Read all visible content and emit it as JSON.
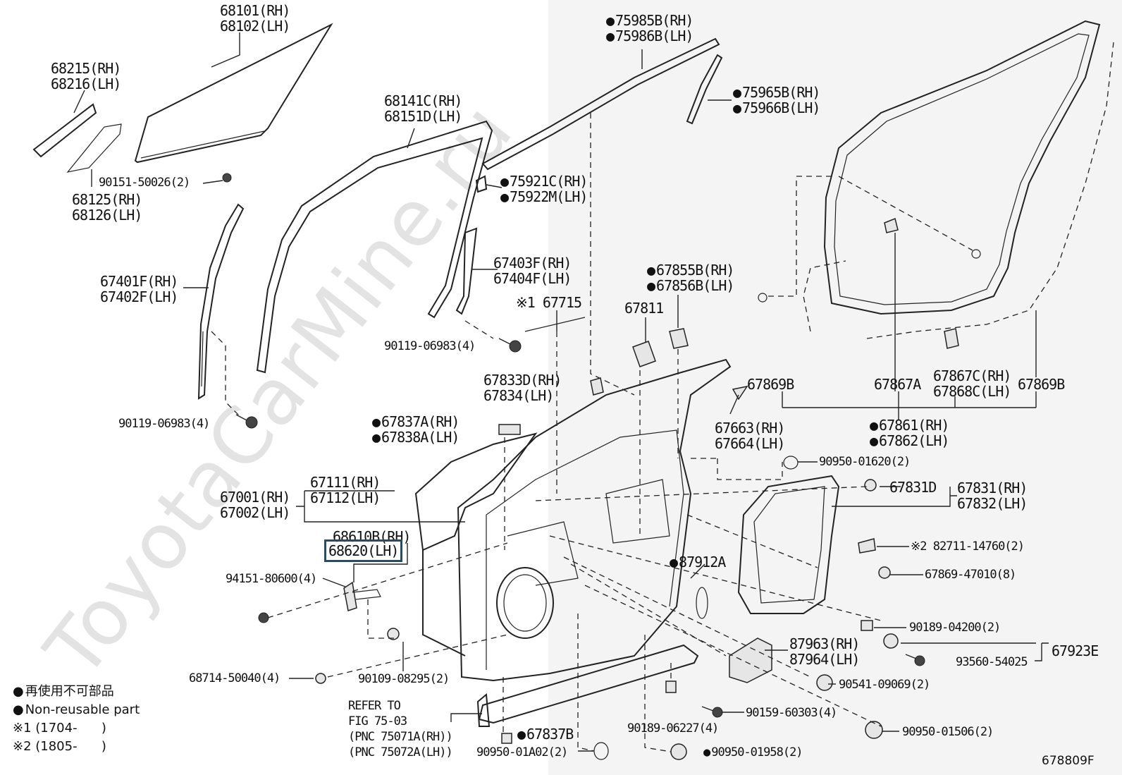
{
  "diagram_code": "678809F",
  "watermark": "ToyotaCarMine.ru",
  "legend": {
    "bullet_jp": "再使用不可部品",
    "bullet_en": "Non-reusable part",
    "note1": "※1 (1704-      )",
    "note2": "※2 (1805-      )"
  },
  "labels": {
    "p68101": [
      "68101(RH)",
      "68102(LH)"
    ],
    "p68215": [
      "68215(RH)",
      "68216(LH)"
    ],
    "p68125": [
      "68125(RH)",
      "68126(LH)"
    ],
    "p90151": "90151-50026(2)",
    "p68141": [
      "68141C(RH)",
      "68151D(LH)"
    ],
    "p75985": [
      "75985B(RH)",
      "75986B(LH)"
    ],
    "p75965": [
      "75965B(RH)",
      "75966B(LH)"
    ],
    "p75921": [
      "75921C(RH)",
      "75922M(LH)"
    ],
    "p67401": [
      "67401F(RH)",
      "67402F(LH)"
    ],
    "p67403": [
      "67403F(RH)",
      "67404F(LH)"
    ],
    "p67715": "※1 67715",
    "p90119a": "90119-06983(4)",
    "p67855": [
      "67855B(RH)",
      "67856B(LH)"
    ],
    "p67811": "67811",
    "p67833": [
      "67833D(RH)",
      "67834(LH)"
    ],
    "p90119b": "90119-06983(4)",
    "p67837a": [
      "67837A(RH)",
      "67838A(LH)"
    ],
    "p67663": [
      "67663(RH)",
      "67664(LH)"
    ],
    "p67869b_l": "67869B",
    "p67867a": "67867A",
    "p67867c": [
      "67867C(RH)",
      "67868C(LH)"
    ],
    "p67869b_r": "67869B",
    "p67861": [
      "67861(RH)",
      "67862(LH)"
    ],
    "p90950_01620": "90950-01620(2)",
    "p67831d": "67831D",
    "p67831": [
      "67831(RH)",
      "67832(LH)"
    ],
    "p67111": [
      "67111(RH)",
      "67112(LH)"
    ],
    "p67001": [
      "67001(RH)",
      "67002(LH)"
    ],
    "p68610": [
      "68610B(RH)",
      "68620(LH)"
    ],
    "p82711": "※2 82711-14760(2)",
    "p67869_47010": "67869-47010(8)",
    "p94151": "94151-80600(4)",
    "p87912a": "87912A",
    "p90189_04200": "90189-04200(2)",
    "p87963": [
      "87963(RH)",
      "87964(LH)"
    ],
    "p67923e": "67923E",
    "p93560": "93560-54025",
    "p68714": "68714-50040(4)",
    "p90109": "90109-08295(2)",
    "p90541": "90541-09069(2)",
    "p90159": "90159-60303(4)",
    "p90189_06227": "90189-06227(4)",
    "p90950_01506": "90950-01506(2)",
    "p90950_01a02": "90950-01A02(2)",
    "p90950_01958": "90950-01958(2)",
    "p67837b": "67837B",
    "refer": [
      "REFER TO",
      "FIG 75-03",
      "(PNC 75071A(RH))",
      "(PNC 75072A(LH))"
    ]
  }
}
